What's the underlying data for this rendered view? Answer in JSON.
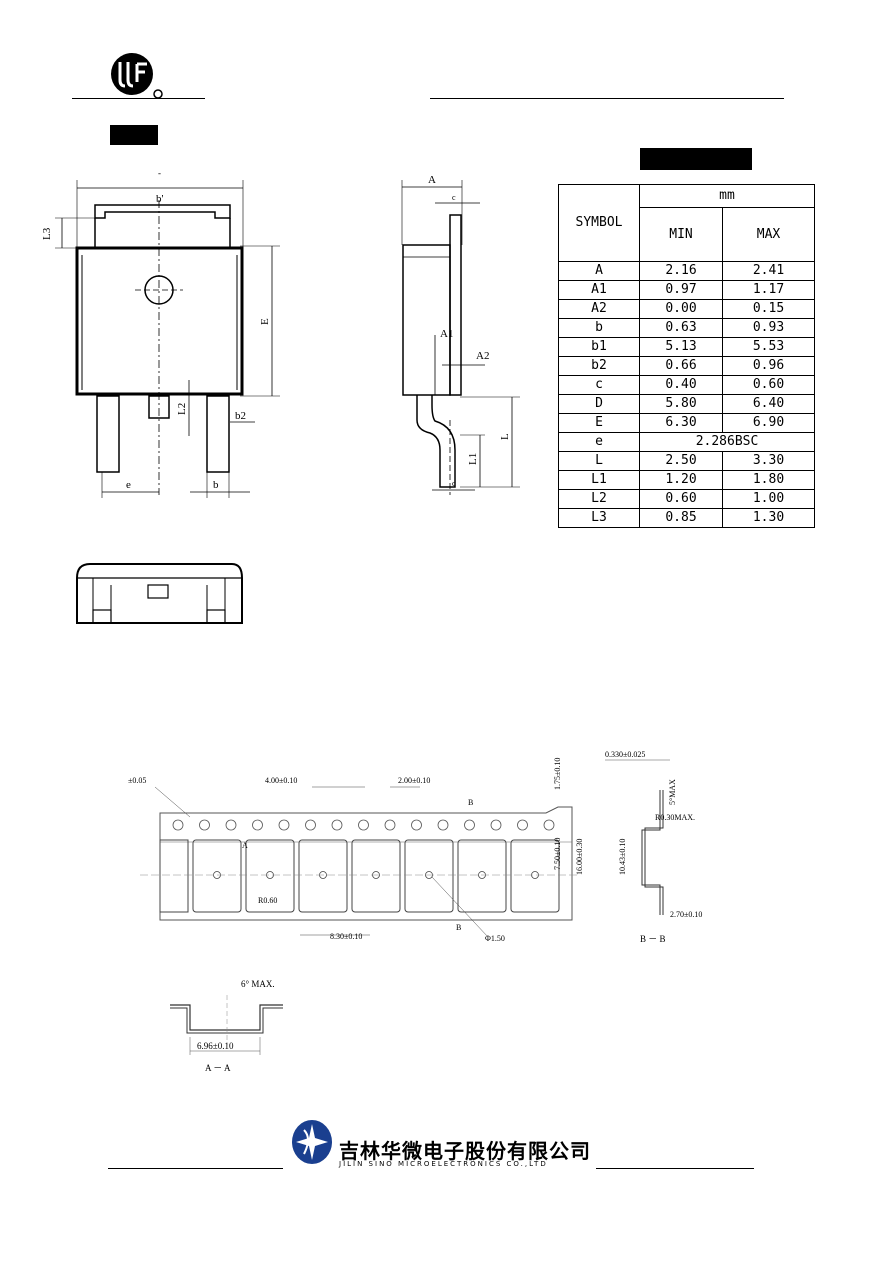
{
  "header": {
    "logo": "JJ logo",
    "package_label": ""
  },
  "table": {
    "title": "",
    "symbol_header": "SYMBOL",
    "unit_header": "mm",
    "min_header": "MIN",
    "max_header": "MAX",
    "rows": [
      {
        "symbol": "A",
        "min": "2.16",
        "max": "2.41"
      },
      {
        "symbol": "A1",
        "min": "0.97",
        "max": "1.17"
      },
      {
        "symbol": "A2",
        "min": "0.00",
        "max": "0.15"
      },
      {
        "symbol": "b",
        "min": "0.63",
        "max": "0.93"
      },
      {
        "symbol": "b1",
        "min": "5.13",
        "max": "5.53"
      },
      {
        "symbol": "b2",
        "min": "0.66",
        "max": "0.96"
      },
      {
        "symbol": "c",
        "min": "0.40",
        "max": "0.60"
      },
      {
        "symbol": "D",
        "min": "5.80",
        "max": "6.40"
      },
      {
        "symbol": "E",
        "min": "6.30",
        "max": "6.90"
      },
      {
        "symbol": "L",
        "min": "2.50",
        "max": "3.30"
      },
      {
        "symbol": "L1",
        "min": "1.20",
        "max": "1.80"
      },
      {
        "symbol": "L2",
        "min": "0.60",
        "max": "1.00"
      },
      {
        "symbol": "L3",
        "min": "0.85",
        "max": "1.30"
      }
    ],
    "e_row": {
      "symbol": "e",
      "value": "2.286BSC"
    }
  },
  "drawing_labels": {
    "front": {
      "b1": "b'",
      "l3": "L3",
      "e_dim": "E",
      "l2": "L2",
      "b2": "b2",
      "e": "e",
      "b": "b"
    },
    "side": {
      "a": "A",
      "c_top": "c",
      "a1": "A1",
      "a2": "A2",
      "l": "L",
      "l1": "L1",
      "c_bottom": "c"
    }
  },
  "tape_labels": {
    "tol": "±0.05",
    "pitch4": "4.00±0.10",
    "pitch2": "2.00±0.10",
    "b_mark": "B",
    "w175": "1.75±0.10",
    "w750": "7.50±0.10",
    "w1600": "16.00±0.30",
    "r060": "R0.60",
    "a_mark": "A",
    "p830": "8.30±0.10",
    "b_mark2": "B",
    "hole": "Φ1.50",
    "t033": "0.330±0.025",
    "r030": "R0.30MAX.",
    "w1043": "10.43±0.10",
    "d270": "2.70±0.10",
    "bb": "B － B",
    "deg6": "6° MAX.",
    "w696": "6.96±0.10",
    "aa": "A － A",
    "wmax": "5°MAX"
  },
  "footer": {
    "company_cn": "吉林华微电子股份有限公司",
    "company_en": "JILIN SINO MICROELECTRONICS CO.,LTD"
  }
}
